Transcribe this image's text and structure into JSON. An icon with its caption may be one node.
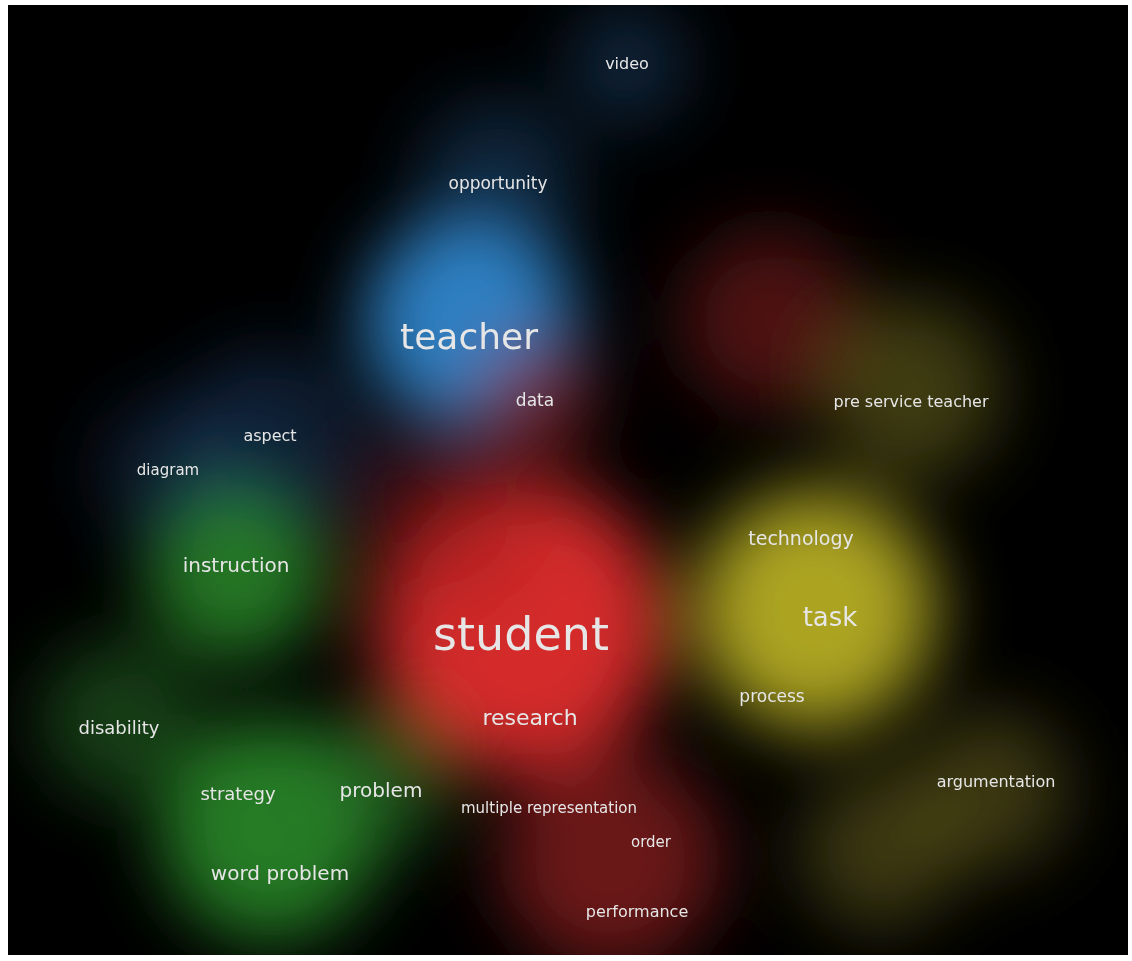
{
  "diagram": {
    "labels": [
      "video",
      "opportunity",
      "teacher",
      "data",
      "pre service teacher",
      "aspect",
      "diagram",
      "technology",
      "instruction",
      "task",
      "student",
      "process",
      "disability",
      "research",
      "argumentation",
      "strategy",
      "problem",
      "multiple representation",
      "order",
      "word problem",
      "performance"
    ]
  }
}
